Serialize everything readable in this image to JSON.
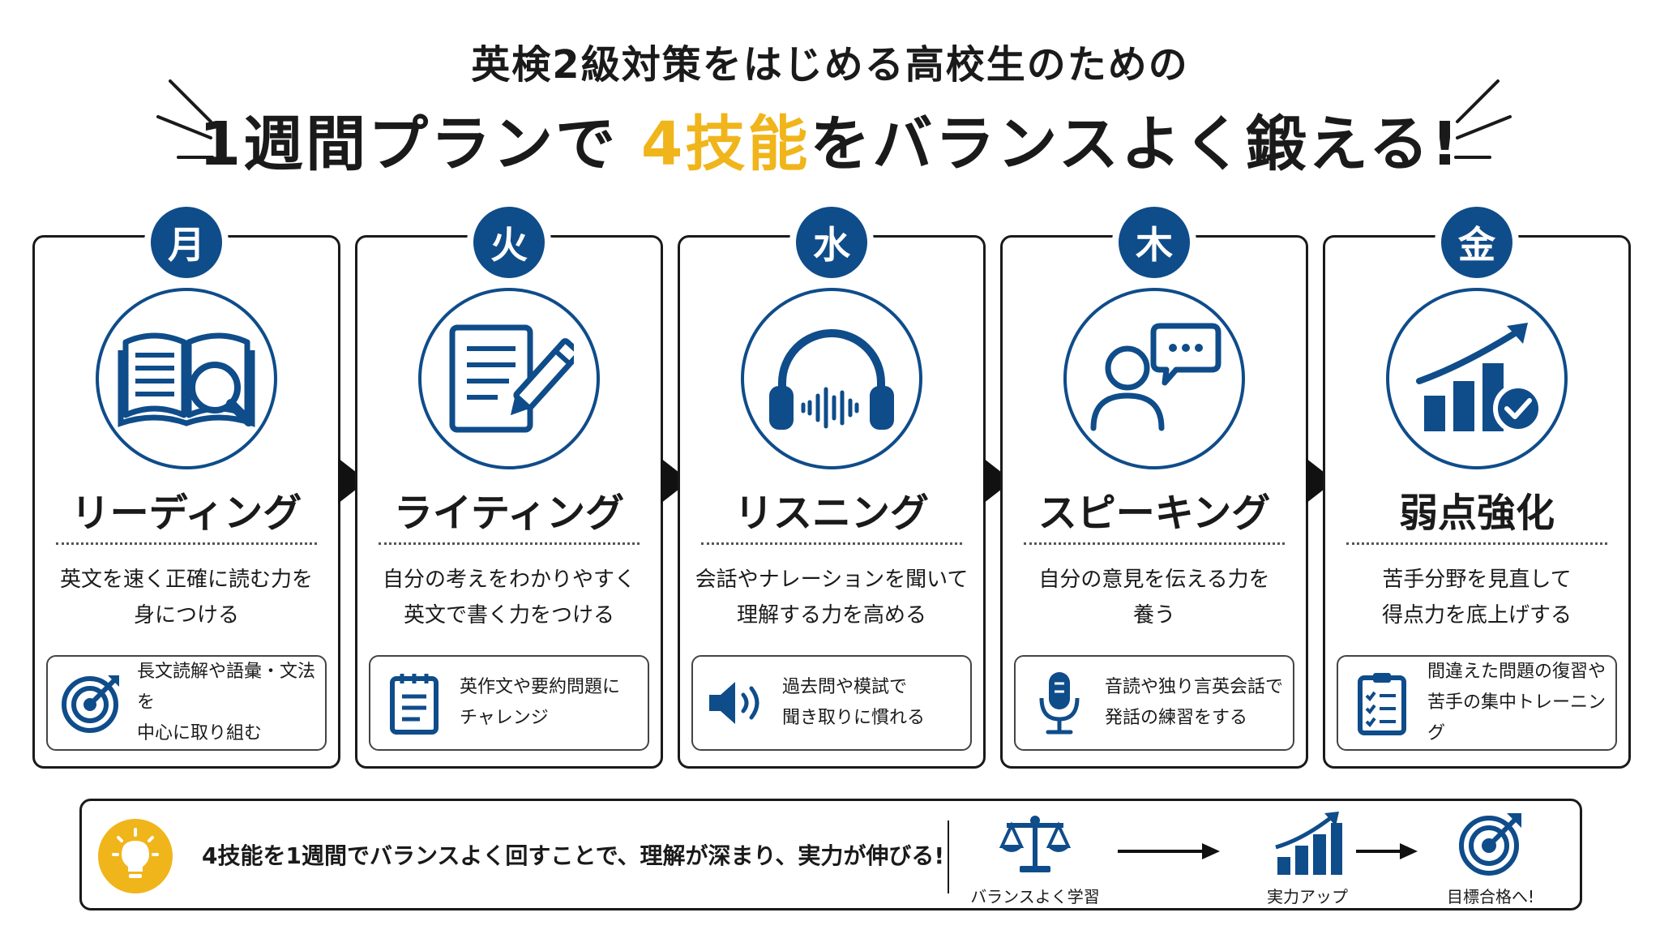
{
  "header": {
    "subtitle": "英検2級対策をはじめる高校生のための",
    "title_pre": "1週間プランで ",
    "title_highlight": "4技能",
    "title_post": "をバランスよく鍛える!",
    "highlight_color": "#f0b51a",
    "accent_color": "#0f4c8a"
  },
  "days": [
    {
      "day": "月",
      "icon": "open-book-magnifier-icon",
      "skill": "リーディング",
      "desc_line1": "英文を速く正確に読む力を",
      "desc_line2": "身につける",
      "tip_icon": "target-icon",
      "tip_line1": "長文読解や語彙・文法を",
      "tip_line2": "中心に取り組む"
    },
    {
      "day": "火",
      "icon": "document-pencil-icon",
      "skill": "ライティング",
      "desc_line1": "自分の考えをわかりやすく",
      "desc_line2": "英文で書く力をつける",
      "tip_icon": "notepad-icon",
      "tip_line1": "英作文や要約問題に",
      "tip_line2": "チャレンジ"
    },
    {
      "day": "水",
      "icon": "headphones-icon",
      "skill": "リスニング",
      "desc_line1": "会話やナレーションを聞いて",
      "desc_line2": "理解する力を高める",
      "tip_icon": "speaker-icon",
      "tip_line1": "過去問や模試で",
      "tip_line2": "聞き取りに慣れる"
    },
    {
      "day": "木",
      "icon": "person-speech-bubble-icon",
      "skill": "スピーキング",
      "desc_line1": "自分の意見を伝える力を",
      "desc_line2": "養う",
      "tip_icon": "microphone-icon",
      "tip_line1": "音読や独り言英会話で",
      "tip_line2": "発話の練習をする"
    },
    {
      "day": "金",
      "icon": "growth-chart-check-icon",
      "skill": "弱点強化",
      "desc_line1": "苦手分野を見直して",
      "desc_line2": "得点力を底上げする",
      "tip_icon": "checklist-icon",
      "tip_line1": "間違えた問題の復習や",
      "tip_line2": "苦手の集中トレーニング"
    }
  ],
  "footer": {
    "message": "4技能を1週間でバランスよく回すことで、理解が深まり、実力が伸びる!",
    "flow": [
      {
        "icon": "balance-scale-icon",
        "label": "バランスよく学習"
      },
      {
        "icon": "bar-chart-up-icon",
        "label": "実力アップ"
      },
      {
        "icon": "target-icon",
        "label": "目標合格へ!"
      }
    ]
  }
}
